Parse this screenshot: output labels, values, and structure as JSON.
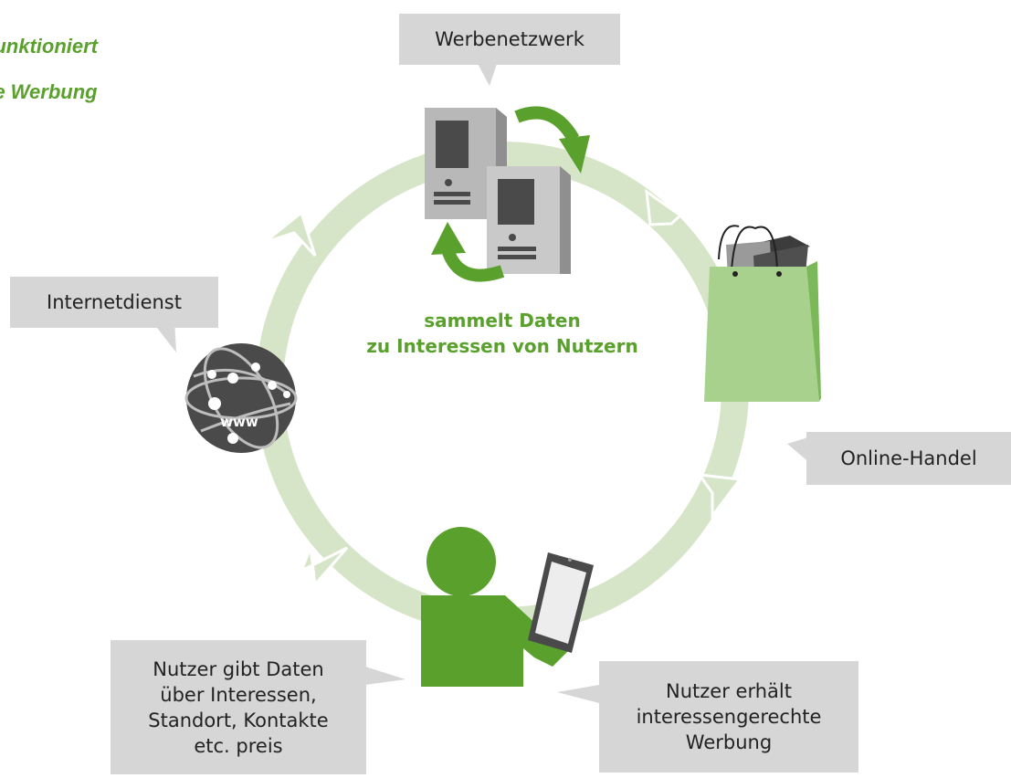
{
  "title": {
    "line1": "funktioniert",
    "line2": "te Werbung"
  },
  "labels": {
    "ad_network": "Werbenetzwerk",
    "internet_service": "Internetdienst",
    "online_shop": "Online-Handel",
    "user_gives": [
      "Nutzer gibt Daten",
      "über Interessen,",
      "Standort, Kontakte",
      "etc. preis"
    ],
    "user_receives": [
      "Nutzer erhält",
      "interessengerechte",
      "Werbung"
    ]
  },
  "center_caption": {
    "line1": "sammelt Daten",
    "line2": "zu Interessen von Nutzern"
  },
  "globe_text": "www",
  "colors": {
    "accent_green": "#5aa02c",
    "ring_green": "#d6e5c8",
    "box_gray": "#d6d6d6",
    "bag_green": "#a9d18e",
    "server_gray": "#a6a6a6"
  },
  "icons": [
    "server-icon",
    "shopping-bag-icon",
    "globe-icon",
    "user-icon",
    "tablet-icon"
  ]
}
